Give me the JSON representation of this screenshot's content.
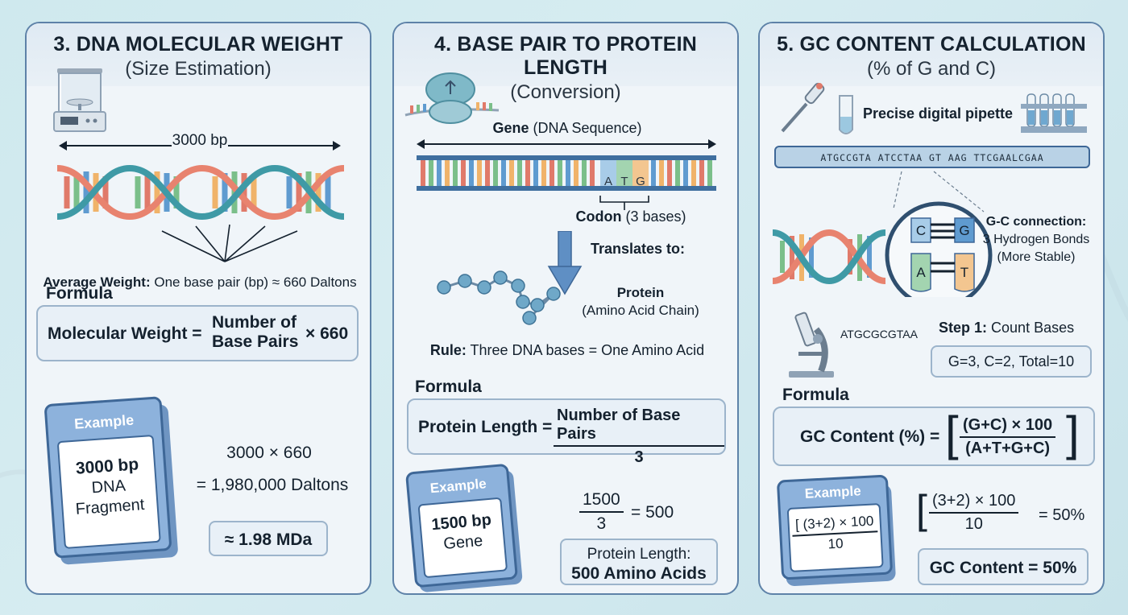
{
  "panel3": {
    "title": "3. DNA MOLECULAR WEIGHT",
    "subtitle": "(Size Estimation)",
    "dna_length": "3000 bp",
    "avg_weight_label": "Average Weight:",
    "avg_weight_text": "One base pair (bp) ≈ 660 Daltons",
    "formula_heading": "Formula",
    "formula_lhs": "Molecular Weight =",
    "formula_num_line1": "Number of",
    "formula_num_line2": "Base Pairs",
    "formula_times": "× 660",
    "example_tag": "Example",
    "example_line1": "3000 bp",
    "example_line2": "DNA",
    "example_line3": "Fragment",
    "calc_line1": "3000 × 660",
    "calc_line2": "= 1,980,000 Daltons",
    "result": "≈ 1.98 MDa"
  },
  "panel4": {
    "title": "4. BASE PAIR TO PROTEIN LENGTH",
    "subtitle": "(Conversion)",
    "gene_bold": "Gene",
    "gene_rest": "(DNA Sequence)",
    "codon_letters": [
      "A",
      "T",
      "G"
    ],
    "codon_bold": "Codon",
    "codon_rest": "(3 bases)",
    "translates": "Translates to:",
    "protein_bold": "Protein",
    "protein_rest": "(Amino Acid Chain)",
    "rule_bold": "Rule:",
    "rule_rest": "Three DNA bases = One Amino Acid",
    "formula_heading": "Formula",
    "formula_lhs": "Protein Length =",
    "formula_num": "Number of Base Pairs",
    "formula_den": "3",
    "example_tag": "Example",
    "example_line1": "1500 bp",
    "example_line2": "Gene",
    "calc_num": "1500",
    "calc_den": "3",
    "calc_result": "= 500",
    "result_line1": "Protein Length:",
    "result_line2": "500 Amino Acids"
  },
  "panel5": {
    "title": "5. GC CONTENT CALCULATION",
    "subtitle": "(% of G and C)",
    "pipette_label": "Precise digital pipette",
    "sequence_strip": "ATGCCGTA ATCCTAA GT AAG TTCGAALCGAA",
    "bond_letters": [
      "C",
      "G",
      "A",
      "T"
    ],
    "gc_bold": "G-C connection:",
    "gc_line2": "3 Hydrogen Bonds",
    "gc_line3": "(More Stable)",
    "sample_seq": "ATGCGCGTAA",
    "step_bold": "Step 1:",
    "step_rest": "Count Bases",
    "count_result": "G=3, C=2, Total=10",
    "formula_heading": "Formula",
    "formula_lhs": "GC Content (%) =",
    "formula_num": "(G+C) × 100",
    "formula_den": "(A+T+G+C)",
    "example_tag": "Example",
    "example_num": "[ (3+2) × 100",
    "example_den": "10",
    "calc_num": "(3+2) × 100",
    "calc_den": "10",
    "calc_result": "= 50%",
    "result": "GC Content = 50%"
  },
  "colors": {
    "panel_border": "#5e82a8",
    "card_blue": "#8db2dc",
    "base_red": "#e07a6a",
    "base_green": "#7bbf8a",
    "base_blue": "#5f9bd0",
    "base_orange": "#f0b36a",
    "strand_red": "#e8836f",
    "strand_teal": "#3f9aa6",
    "strand_blue": "#4b86c2"
  }
}
